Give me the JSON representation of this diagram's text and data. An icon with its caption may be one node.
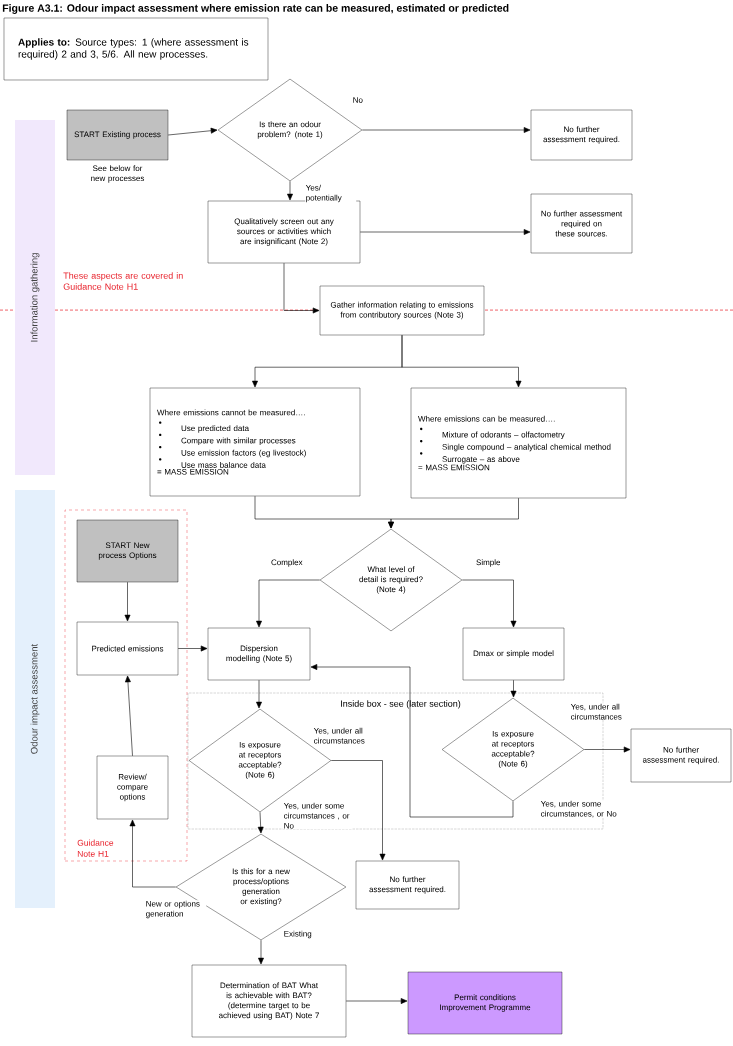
{
  "diagram": {
    "title": "Figure A3.1: Odour impact assessment where emission rate can be measured, estimated or predicted",
    "nodes": [
      {
        "text": [
          "Information gathering"
        ]
      },
      {
        "text": [
          "Odour impact assessment"
        ]
      },
      {
        "text": [
          "**Applies to:** Source types: 1 (where assessment is required) 2 and 3, 5/6. All new processes."
        ]
      },
      {
        "text": [
          "START Existing process"
        ],
        "beside": [
          "See below for new processes"
        ]
      },
      {
        "text": [
          "Is there an odour problem? (note 1)"
        ]
      },
      {
        "text": [
          "No further assessment required."
        ]
      },
      {
        "text": [
          "Qualitatively screen out any sources or activities which are insignificant (Note 2)"
        ]
      },
      {
        "text": [
          "No further assessment required on these sources."
        ]
      },
      {
        "text": [
          "Gather information relating to emissions from contributory sources (Note 3)"
        ]
      },
      {
        "text": [
          "Where emissions cannot be measured….",
          "Use predicted data",
          "Compare with similar processes",
          "Use emission factors (eg livestock)",
          "Use mass balance data",
          "= MASS EMISSION"
        ]
      },
      {
        "text": [
          "Where emissions can be measured….",
          "Mixture of odorants – olfactometry",
          "Single compound – analytical chemical method",
          "Surrogate – as above",
          "= MASS EMISSION"
        ]
      },
      {
        "text": [
          "What level of detail is required? (Note 4)"
        ]
      },
      {
        "text": [
          "Guidance Note H1"
        ]
      },
      {
        "text": [
          "START New process Options"
        ],
        "in": 12
      },
      {
        "text": [
          "Predicted emissions"
        ],
        "in": 12
      },
      {
        "text": [
          "Review/ compare options"
        ],
        "in": 12
      },
      {
        "text": [
          "Inside box  - see (later section)"
        ]
      },
      {
        "text": [
          "Dispersion modelling (Note 5)"
        ]
      },
      {
        "text": [
          "Dmax or simple model"
        ]
      },
      {
        "text": [
          "Is exposure at receptors acceptable? (Note 6)"
        ],
        "in": 16
      },
      {
        "text": [
          "Is exposure at receptors acceptable? (Note 6)"
        ],
        "in": 16
      },
      {
        "text": [
          "No further assessment required."
        ]
      },
      {
        "text": [
          "No further assessment required."
        ]
      },
      {
        "text": [
          "Is this for a new process/options generation or existing?"
        ]
      },
      {
        "text": [
          "Determination of BAT What is achievable with BAT?  (determine target to be achieved using BAT) Note 7"
        ]
      },
      {
        "text": [
          "Permit conditions Improvement Programme"
        ]
      }
    ],
    "edges": [
      {
        "from": 3,
        "to": 4,
        "arrow": "to"
      },
      {
        "from": 4,
        "to": 5,
        "arrow": "to",
        "label": "No"
      },
      {
        "from": 4,
        "to": 6,
        "arrow": "to",
        "label": "Yes/ potentially"
      },
      {
        "from": 6,
        "to": 7,
        "arrow": "to"
      },
      {
        "from": 6,
        "to": 8,
        "arrow": "to"
      },
      {
        "from": 8,
        "to": 9,
        "arrow": "to"
      },
      {
        "from": 8,
        "to": 10,
        "arrow": "to"
      },
      {
        "from": 9,
        "to": 11,
        "arrow": "to"
      },
      {
        "from": 10,
        "to": 11,
        "arrow": "to"
      },
      {
        "from": 11,
        "to": 17,
        "arrow": "to",
        "label": "Complex"
      },
      {
        "from": 11,
        "to": 18,
        "arrow": "to",
        "label": "Simple"
      },
      {
        "from": 13,
        "to": 14,
        "arrow": "to"
      },
      {
        "from": 14,
        "to": 17,
        "arrow": "to"
      },
      {
        "from": 15,
        "to": 14,
        "arrow": "to"
      },
      {
        "from": 17,
        "to": 19,
        "arrow": "to"
      },
      {
        "from": 18,
        "to": 20,
        "arrow": "to"
      },
      {
        "from": 19,
        "to": 22,
        "arrow": "to",
        "label": "Yes, under all circumstances"
      },
      {
        "from": 19,
        "to": 23,
        "arrow": "to",
        "label": "Yes, under some circumstances , or No"
      },
      {
        "from": 20,
        "to": 21,
        "arrow": "to",
        "label": "Yes, under all circumstances"
      },
      {
        "from": 20,
        "to": 17,
        "arrow": "to",
        "label": "Yes, under some circumstances, or No"
      },
      {
        "from": 23,
        "to": 15,
        "arrow": "to",
        "label": "New or options generation"
      },
      {
        "from": 23,
        "to": 24,
        "arrow": "to",
        "label": "Existing"
      },
      {
        "from": 24,
        "to": 25,
        "arrow": "to"
      }
    ],
    "labels": [
      "These aspects are covered in Guidance Note H1"
    ]
  }
}
